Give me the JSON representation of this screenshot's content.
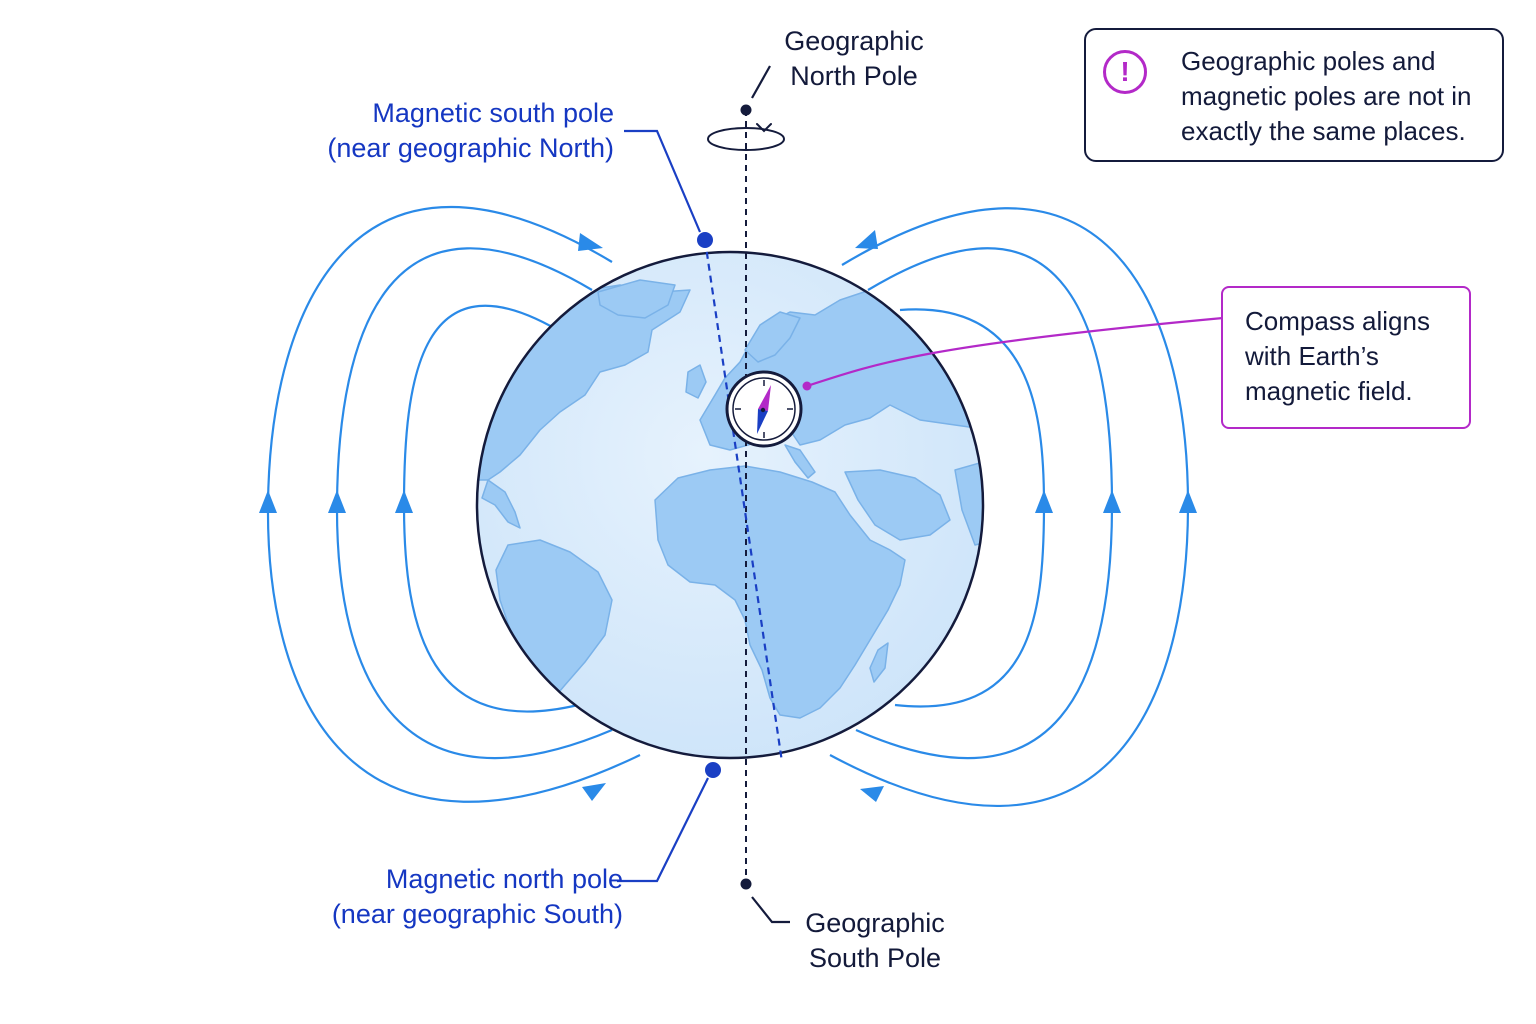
{
  "labels": {
    "geo_north": [
      "Geographic",
      "North Pole"
    ],
    "geo_south": [
      "Geographic",
      "South Pole"
    ],
    "mag_south": [
      "Magnetic south pole",
      "(near geographic North)"
    ],
    "mag_north": [
      "Magnetic north pole",
      "(near geographic South)"
    ]
  },
  "callouts": {
    "note": {
      "icon": "exclamation-icon",
      "lines": [
        "Geographic poles and",
        "magnetic poles are not in",
        "exactly the same places."
      ]
    },
    "compass": {
      "lines": [
        "Compass aligns",
        "with Earth’s",
        "magnetic field."
      ]
    }
  },
  "icons": [
    "earth-globe-icon",
    "compass-icon",
    "rotation-arrow-icon",
    "field-arrow-icon"
  ],
  "colors": {
    "field_lines": "#2a8ae8",
    "magnetic_axis": "#1a3fc4",
    "geographic_axis": "#141b3c",
    "ocean": "#d6eafb",
    "land": "#9ccaf4",
    "accent": "#b329c8",
    "text_dark": "#131a3a",
    "text_blue": "#1537c2"
  }
}
